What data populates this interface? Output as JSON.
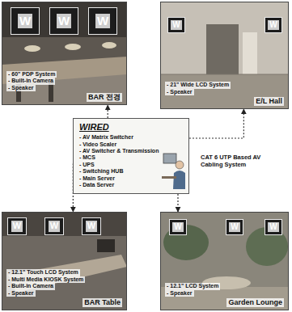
{
  "diagram": {
    "nodes": [
      {
        "text": [
          "- 60\" PDP System",
          "- Built-in Camera",
          "- Speaker",
          "BAR 전경"
        ]
      },
      {
        "text": [
          "W"
        ],
        "in": 0
      },
      {
        "text": [
          "W"
        ],
        "in": 0
      },
      {
        "text": [
          "W"
        ],
        "in": 0
      },
      {
        "text": [
          "- 21\" Wide LCD System",
          "- Speaker",
          "E/L Hall"
        ]
      },
      {
        "text": [
          "W"
        ],
        "in": 4
      },
      {
        "text": [
          "W"
        ],
        "in": 4
      },
      {
        "text": [
          "WIRED",
          "- AV Matrix Switcher",
          "- Video Scaler",
          "- AV Switcher & Transmission",
          "- MCS",
          "- UPS",
          "- Switching HUB",
          "- Main Server",
          "- Data Server"
        ]
      },
      {
        "text": [
          "- 12.1\" Touch LCD System",
          "- Multi Media KIOSK System",
          "- Built-in Camera",
          "- Speaker",
          "BAR Table"
        ]
      },
      {
        "text": [
          "W"
        ],
        "in": 8
      },
      {
        "text": [
          "W"
        ],
        "in": 8
      },
      {
        "text": [
          "W"
        ],
        "in": 8
      },
      {
        "text": [
          "- 12.1\" LCD System",
          "- Speaker",
          "Garden Lounge"
        ]
      },
      {
        "text": [
          "W"
        ],
        "in": 12
      },
      {
        "text": [
          "W"
        ],
        "in": 12
      },
      {
        "text": [
          "W"
        ],
        "in": 12
      }
    ],
    "edges": [
      {
        "from": 7,
        "to": 0,
        "arrow": "to"
      },
      {
        "from": 7,
        "to": 4,
        "arrow": "to"
      },
      {
        "from": 7,
        "to": 8,
        "arrow": "to"
      },
      {
        "from": 7,
        "to": 12,
        "arrow": "to"
      }
    ],
    "labels": [
      "CAT 6 UTP Based AV Cabling System"
    ]
  }
}
